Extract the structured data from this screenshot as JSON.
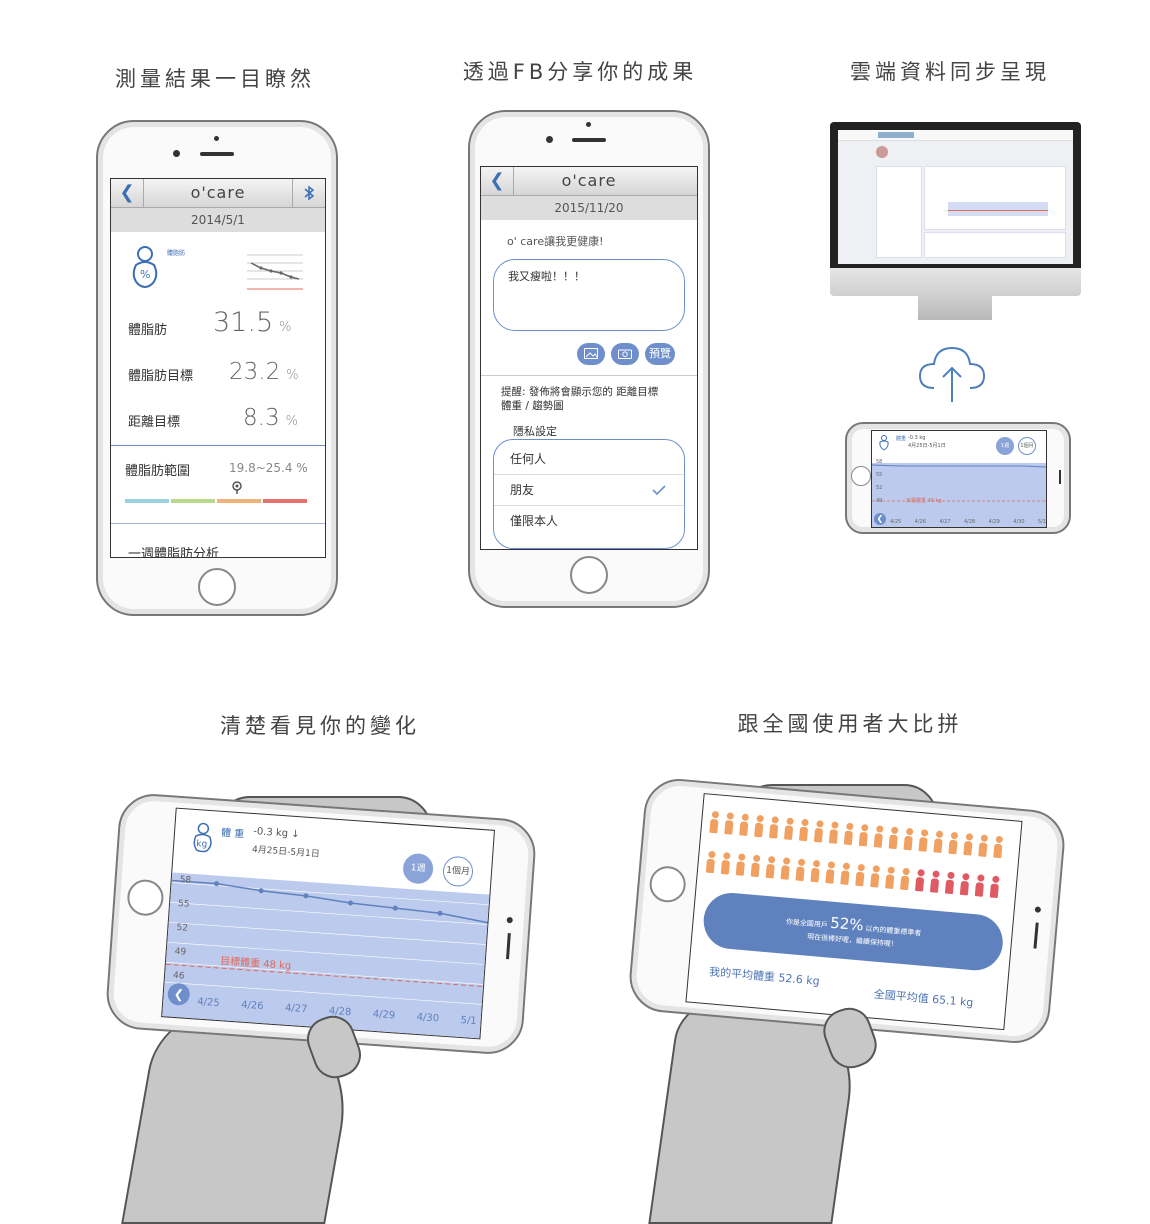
{
  "captions": {
    "c1": "測量結果一目瞭然",
    "c2": "透過FB分享你的成果",
    "c3": "雲端資料同步呈現",
    "c4": "清楚看見你的變化",
    "c5": "跟全國使用者大比拼"
  },
  "app": {
    "brand": "o'care",
    "back_icon": "chevron-left-icon",
    "bluetooth_icon": "bluetooth-icon"
  },
  "phone1": {
    "date": "2014/5/1",
    "metric_tag": "體脂肪",
    "rows": [
      {
        "label": "體脂肪",
        "value": "31.5",
        "unit": "%"
      },
      {
        "label": "體脂肪目標",
        "value": "23.2",
        "unit": "%"
      },
      {
        "label": "距離目標",
        "value": "8.3",
        "unit": "%"
      }
    ],
    "range_label": "體脂肪範圍",
    "range_value": "19.8~25.4 %",
    "range_colors": [
      "#9ad3de",
      "#b9d98c",
      "#f0b27a",
      "#e8736d"
    ],
    "analysis_label": "一週體脂肪分析"
  },
  "phone2": {
    "date": "2015/11/20",
    "prompt": "o' care讓我更健康!",
    "post_text": "我又瘦啦！！！",
    "preview_label": "預覽",
    "notice": "提醒: 發佈將會顯示您的 距離目標 體重 / 趨勢圖",
    "privacy_label": "隱私設定",
    "options": [
      "任何人",
      "朋友",
      "僅限本人"
    ],
    "selected_option": "朋友"
  },
  "small_phone": {
    "metric": "體重",
    "change": "-0.3 kg",
    "range": "4月25日-5月1日",
    "btn_week": "1週",
    "btn_month": "1個月",
    "y_ticks": [
      "58",
      "55",
      "52",
      "49"
    ],
    "target": "目標體重 48 kg",
    "x_ticks": [
      "4/25",
      "4/26",
      "4/27",
      "4/28",
      "4/29",
      "4/30",
      "5/1"
    ]
  },
  "big_chart": {
    "metric": "體 重",
    "change": "-0.3 kg",
    "range": "4月25日-5月1日",
    "btn_week": "1週",
    "btn_month": "1個月",
    "y_ticks": [
      "58",
      "55",
      "52",
      "49",
      "46"
    ],
    "target": "目標體重 48 kg",
    "x_ticks": [
      "4/25",
      "4/26",
      "4/27",
      "4/28",
      "4/29",
      "4/30",
      "5/1"
    ]
  },
  "compare": {
    "line1_pre": "你是全國用戶",
    "percent": "52%",
    "line1_post": "以內的體重標準者",
    "line2": "現在很棒好喔，繼續保持喔！",
    "my_avg": "我的平均體重 52.6 kg",
    "national_avg": "全國平均值 65.1 kg",
    "color_orange": "#f0a060",
    "color_red": "#e05a64",
    "color_banner": "#5f82bf"
  }
}
